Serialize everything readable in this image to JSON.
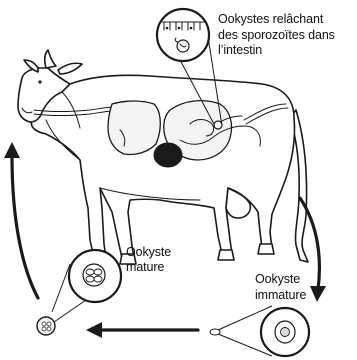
{
  "labels": {
    "intestine_line1": "Ookystes relâchant",
    "intestine_line2": "des sporozoïtes dans",
    "intestine_line3": "l’intestin",
    "mature_line1": "Ookyste",
    "mature_line2": "mature",
    "immature_line1": "Ookyste",
    "immature_line2": "immature"
  },
  "colors": {
    "ink": "#1a1a1a",
    "organ_dark": "#1a1a1a",
    "background": "#ffffff"
  }
}
